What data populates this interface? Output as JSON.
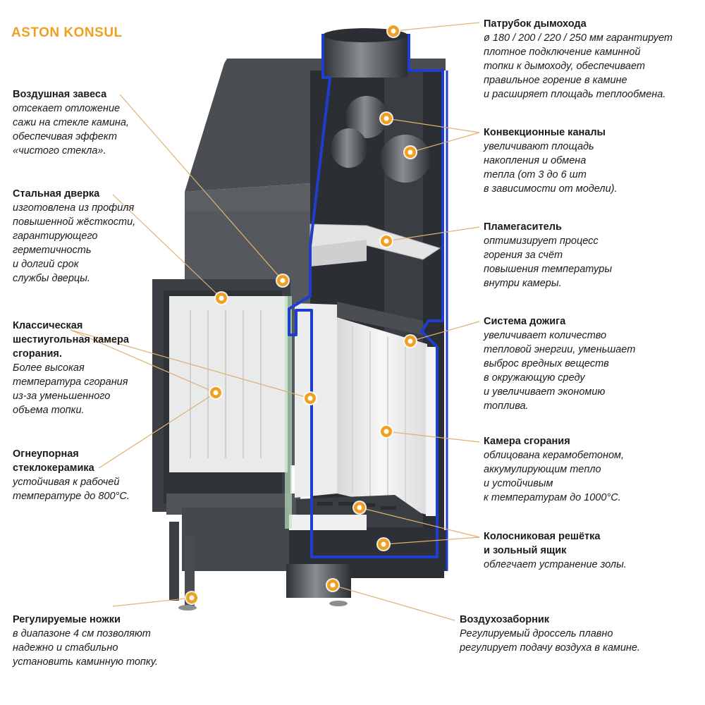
{
  "brand": "ASTON KONSUL",
  "colors": {
    "accent": "#f0a020",
    "outline": "#1e3ecf",
    "leader": "#e0b070",
    "steel": "#505358",
    "ceramic": "#eeeeee"
  },
  "labels": [
    {
      "id": "chimney",
      "title": "Патрубок дымохода",
      "desc": "ø 180 / 200 / 220 / 250 мм гарантирует\nплотное подключение каминной\nтопки к дымоходу, обеспечивает\nправильное горение в камине\nи расширяет площадь теплообмена."
    },
    {
      "id": "air-curtain",
      "title": "Воздушная завеса",
      "desc": "отсекает отложение\nсажи на стекле камина,\nобеспечивая эффект\n«чистого стекла»."
    },
    {
      "id": "convection",
      "title": "Конвекционные каналы",
      "desc": "увеличивают площадь\nнакопления и обмена\nтепла (от 3 до 6 шт\nв зависимости от модели)."
    },
    {
      "id": "steel-door",
      "title": "Стальная дверка",
      "desc": "изготовлена из профиля\nповышенной жёсткости,\nгарантирующего\nгерметичность\nи долгий срок\nслужбы дверцы."
    },
    {
      "id": "flame-damper",
      "title": "Пламегаситель",
      "desc": "оптимизирует процесс\nгорения за счёт\nповышения температуры\nвнутри камеры."
    },
    {
      "id": "hex-chamber",
      "title": "Классическая\nшестиугольная камера\nсгорания.",
      "desc": "Более высокая\nтемпература сгорания\nиз-за  уменьшенного\nобъема топки."
    },
    {
      "id": "afterburn",
      "title": "Система дожига",
      "desc": "увеличивает количество\nтепловой энергии, уменьшает\nвыброс вредных веществ\nв окружающую среду\nи увеличивает экономию\nтоплива."
    },
    {
      "id": "combustion-chamber",
      "title": "Камера сгорания",
      "desc": "облицована керамобетоном,\nаккумулирующим тепло\nи устойчивым\nк температурам до 1000°C."
    },
    {
      "id": "glass-ceramic",
      "title": "Огнеупорная\nстеклокерамика",
      "desc": " устойчивая к рабочей\nтемпературе до 800°C."
    },
    {
      "id": "grate",
      "title": "Колосниковая решётка\nи зольный ящик",
      "desc": "облегчает устранение золы."
    },
    {
      "id": "legs",
      "title": "Регулируемые ножки",
      "desc": "в диапазоне 4 см позволяют\nнадежно и стабильно\nустановить каминную топку."
    },
    {
      "id": "air-intake",
      "title": "Воздухозаборник",
      "desc": "Регулируемый дроссель плавно\nрегулирует подачу воздуха в камине."
    }
  ]
}
